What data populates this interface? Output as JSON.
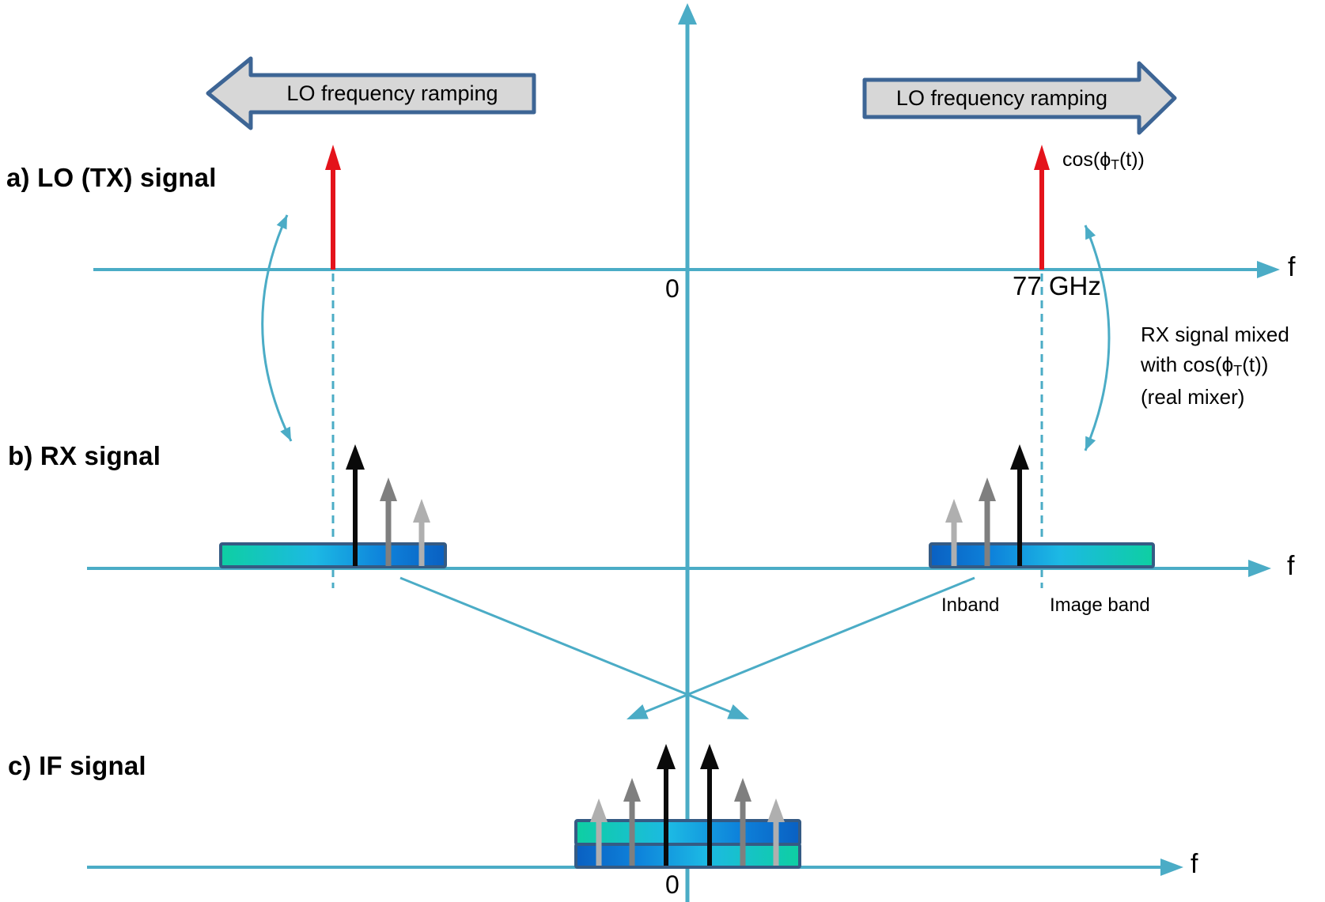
{
  "sections": {
    "a": {
      "label": "a) LO (TX) signal"
    },
    "b": {
      "label": "b) RX signal"
    },
    "c": {
      "label": "c) IF signal"
    }
  },
  "banners": {
    "left": {
      "label": "LO frequency ramping"
    },
    "right": {
      "label": "LO frequency ramping"
    }
  },
  "axes": {
    "a": {
      "zero": "0",
      "f": "f",
      "tick": "77 GHz"
    },
    "b": {
      "f": "f"
    },
    "c": {
      "zero": "0",
      "f": "f"
    }
  },
  "annotations": {
    "cos_label": {
      "pre": "cos(ϕ",
      "sub": "T",
      "post": "(t))"
    },
    "mixer_note": {
      "line1": "RX signal mixed",
      "line2_pre": "with cos(ϕ",
      "line2_sub": "T",
      "line2_post": "(t))",
      "line3": "(real mixer)"
    },
    "inband": "Inband",
    "image_band": "Image band"
  },
  "colors": {
    "axis_cyan": "#4BACC6",
    "impulse_red": "#E4131B",
    "banner_fill": "#D7D7D7",
    "banner_border": "#3D6595",
    "band_border": "#355B84",
    "band_green": "#0ECFA2",
    "band_cyan": "#1CB9E4",
    "band_blue": "#0A60C2",
    "impulse_black": "#0A0A0A",
    "impulse_gray": "#7F7F7F",
    "impulse_lightgray": "#AFAFAF"
  }
}
